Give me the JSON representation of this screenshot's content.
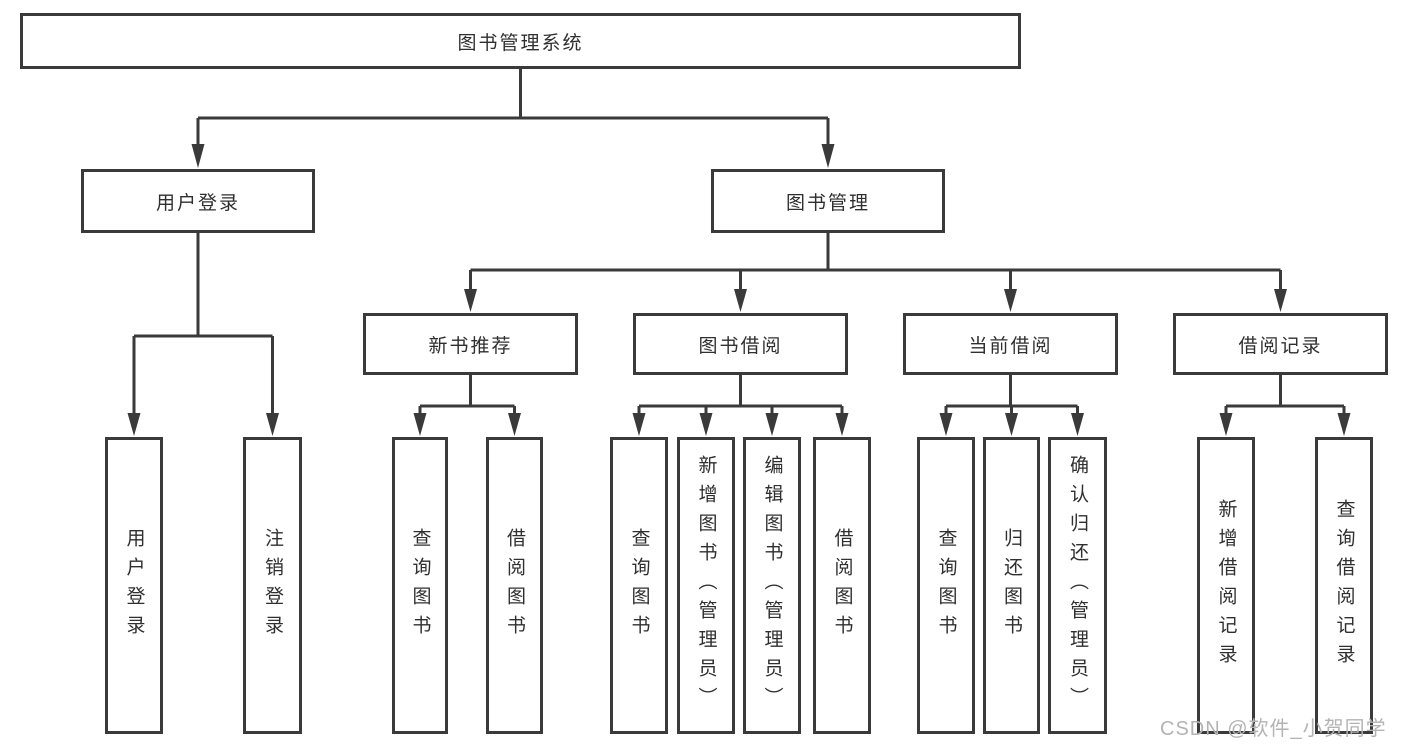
{
  "diagram": {
    "title_node": "图书管理系统",
    "level2": {
      "user_login": "用户登录",
      "book_mgmt": "图书管理"
    },
    "level3": {
      "new_book": "新书推荐",
      "book_borrow": "图书借阅",
      "current_borrow": "当前借阅",
      "borrow_records": "借阅记录"
    },
    "leaves": {
      "user_login_1": "用户登录",
      "user_login_2": "注销登录",
      "new_book_1": "查询图书",
      "new_book_2": "借阅图书",
      "borrow_1": "查询图书",
      "borrow_2": "新增图书（管理员）",
      "borrow_3": "编辑图书（管理员）",
      "borrow_4": "借阅图书",
      "current_1": "查询图书",
      "current_2": "归还图书",
      "current_3": "确认归还（管理员）",
      "records_1": "新增借阅记录",
      "records_2": "查询借阅记录"
    }
  },
  "watermark": "CSDN @软件_小贺同学",
  "colors": {
    "line": "#3a3a3a",
    "text": "#2f2f2f",
    "watermark": "#b3b3b3",
    "bg": "#ffffff"
  }
}
